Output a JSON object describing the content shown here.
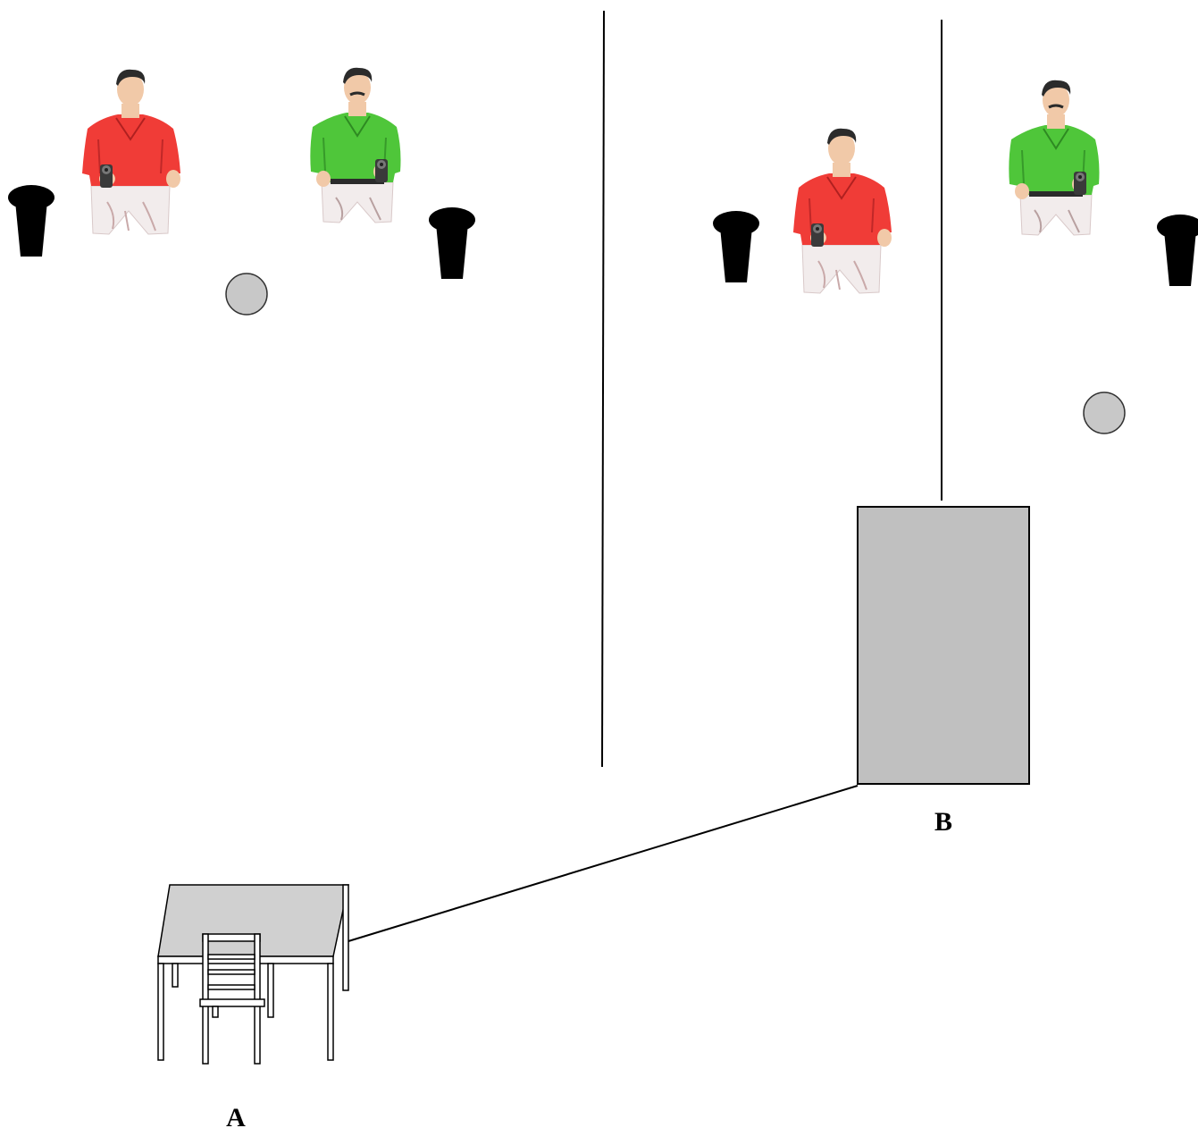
{
  "labels": {
    "a": "A",
    "b": "B"
  },
  "colors": {
    "shirt_red": "#f03c37",
    "shirt_green": "#4fc63a",
    "pants": "#f2ecec",
    "skin": "#f1c9a8",
    "hair": "#2b2b2b",
    "popper": "#000000",
    "steel_plate": "#c8c8c8",
    "barrier": "#c0c0c0",
    "table_top": "#d0d0d0",
    "line": "#000000"
  },
  "icons": {
    "target_red": "no-shoot-target-red-shirt",
    "target_green": "shoot-target-green-shirt",
    "popper": "steel-popper-icon",
    "plate": "steel-plate-icon",
    "barrier": "barrier-wall-icon",
    "table": "table-with-chair-icon"
  }
}
